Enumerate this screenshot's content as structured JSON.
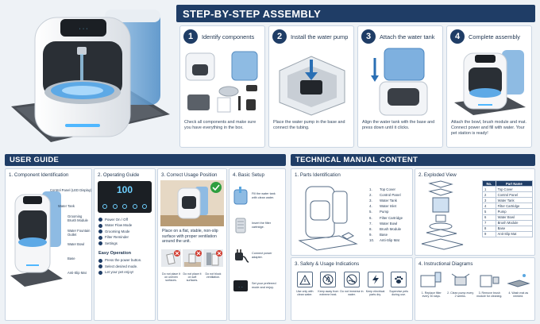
{
  "assembly": {
    "title": "STEP-BY-STEP ASSEMBLY",
    "steps": [
      {
        "num": "1",
        "title": "Identify components",
        "caption": "Check all components and make sure you have everything in the box."
      },
      {
        "num": "2",
        "title": "Install the water pump",
        "caption": "Place the water pump in the base and connect the tubing."
      },
      {
        "num": "3",
        "title": "Attach the water tank",
        "caption": "Align the water tank with the base and press down until it clicks."
      },
      {
        "num": "4",
        "title": "Complete assembly",
        "caption": "Attach the bowl, brush module and mat. Connect power and fill with water. Your pet station is ready!"
      }
    ]
  },
  "user_guide": {
    "title": "USER GUIDE",
    "component_id": {
      "title": "1. Component Identification",
      "labels": [
        "Control Panel (LED Display)",
        "Water Tank",
        "Grooming Brush Module",
        "Water Fountain Outlet",
        "Water Bowl",
        "Base",
        "Anti-Slip Mat"
      ]
    },
    "operating": {
      "title": "2. Operating Guide",
      "display": "100",
      "modes": [
        "Power On / Off",
        "Water Flow Mode",
        "Grooming Mode",
        "Filter Reminder",
        "Settings"
      ],
      "easy_title": "Easy Operation",
      "easy_steps": [
        "Press the power button.",
        "Select desired mode.",
        "Let your pet enjoy!"
      ]
    },
    "position": {
      "title": "3. Correct Usage Position",
      "text": "Place on a flat, stable, non-slip surface with proper ventilation around the unit.",
      "warnings": [
        "Do not place it on uneven surfaces.",
        "Do not place it on soft surfaces.",
        "Do not block ventilation."
      ]
    },
    "setup": {
      "title": "4. Basic Setup",
      "steps": [
        "Fill the water tank with clean water.",
        "Insert the filter cartridge.",
        "Connect power adapter.",
        "Set your preferred mode and enjoy."
      ]
    }
  },
  "tech": {
    "title": "TECHNICAL MANUAL CONTENT",
    "parts": {
      "title": "1. Parts Identification",
      "items": [
        "Top Cover",
        "Control Panel",
        "Water Tank",
        "Water Inlet",
        "Pump",
        "Filter Cartridge",
        "Water Bowl",
        "Brush Module",
        "Base",
        "Anti-Slip Mat"
      ]
    },
    "exploded": {
      "title": "2. Exploded View",
      "col_no": "No.",
      "col_name": "Part Name",
      "rows": [
        [
          "1",
          "Top Cover"
        ],
        [
          "2",
          "Control Panel"
        ],
        [
          "3",
          "Water Tank"
        ],
        [
          "4",
          "Filter Cartridge"
        ],
        [
          "5",
          "Pump"
        ],
        [
          "6",
          "Water Bowl"
        ],
        [
          "7",
          "Brush Module"
        ],
        [
          "8",
          "Base"
        ],
        [
          "9",
          "Anti-Slip Mat"
        ]
      ]
    },
    "safety": {
      "title": "3. Safety & Usage Indications",
      "items": [
        "Use only with clean water.",
        "Keep away from extreme heat.",
        "Do not immerse in water.",
        "Keep electrical parts dry.",
        "Supervise pets during use."
      ]
    },
    "instructional": {
      "title": "4. Instructional Diagrams",
      "items": [
        "1. Replace filter every 30 days.",
        "2. Clean pump every 2 weeks.",
        "3. Remove brush module for cleaning.",
        "4. Wash mat as needed."
      ]
    }
  },
  "colors": {
    "navy": "#1f3d66",
    "accent_blue": "#3a86c8",
    "green_check": "#2e9e3e",
    "red_cross": "#d23b2f"
  }
}
